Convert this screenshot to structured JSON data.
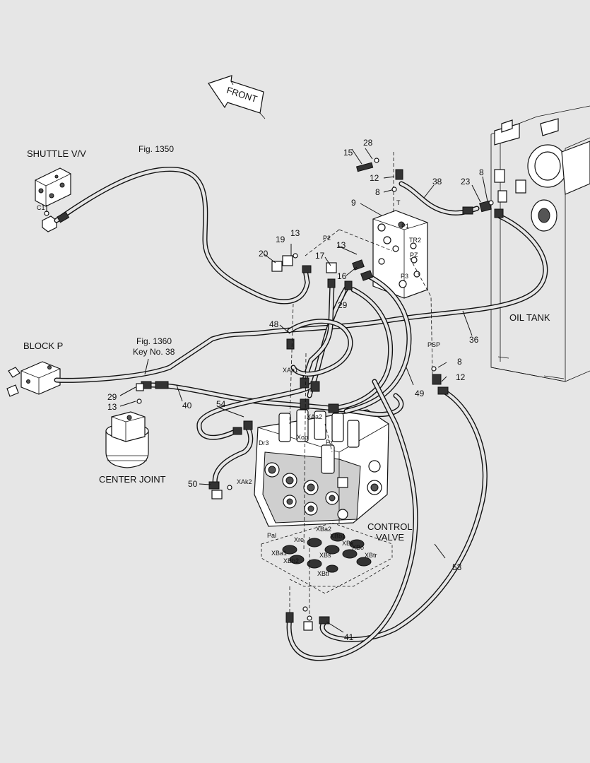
{
  "labels": {
    "front": "FRONT",
    "shuttle": "SHUTTLE V/V",
    "fig1350": "Fig. 1350",
    "block_p": "BLOCK P",
    "fig1360": "Fig. 1360",
    "key38": "Key No. 38",
    "center_joint": "CENTER JOINT",
    "oil_tank": "OIL TANK",
    "control": "CONTROL",
    "valve": "VALVE"
  },
  "parts": {
    "p15": "15",
    "p28": "28",
    "p12a": "12",
    "p8a": "8",
    "p38": "38",
    "p23": "23",
    "p8b": "8",
    "p9": "9",
    "p13a": "13",
    "p19": "19",
    "p20": "20",
    "p13b": "13",
    "p17": "17",
    "p16": "16",
    "p29a": "29",
    "p36": "36",
    "p48": "48",
    "p8c": "8",
    "p12b": "12",
    "p49": "49",
    "p29b": "29",
    "p13c": "13",
    "p40": "40",
    "p54": "54",
    "p50": "50",
    "p53": "53",
    "p41": "41"
  },
  "ports": {
    "c1": "C1",
    "t": "T",
    "p1": "P1",
    "tr2": "TR2",
    "p2": "P2",
    "pz_top": "PZ",
    "p3": "P3",
    "psp": "PSP",
    "xaa1": "XAa1",
    "xaa2": "XAa2",
    "xop": "Xop",
    "pz": "Pz",
    "dr3": "Dr3",
    "xak2": "XAk2",
    "pal": "Pal",
    "xba2": "XBa2",
    "xre": "Xre",
    "xbb1": "XBb1",
    "xbk": "XBk",
    "xbo": "XBo",
    "xba1": "XBa1",
    "xbs": "XBs",
    "xbtr": "XBtr",
    "xbb2": "XBb2",
    "xbtl": "XBtl"
  }
}
